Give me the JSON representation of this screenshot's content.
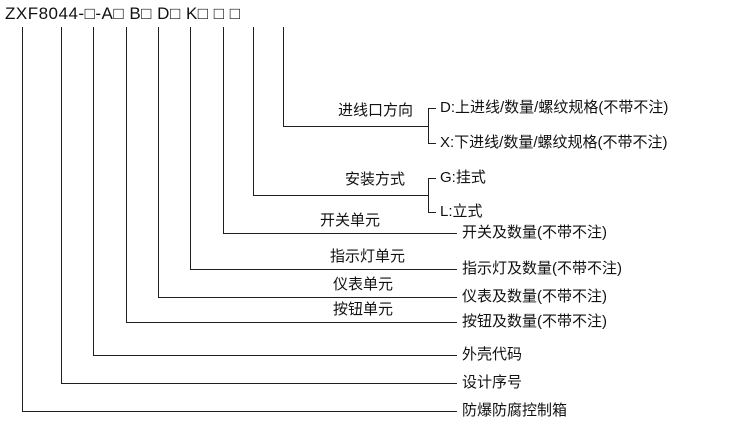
{
  "model_code": "ZXF8044-□-A□ B□ D□ K□ □ □",
  "callouts": {
    "product": {
      "label": "防爆防腐控制箱"
    },
    "design_serial": {
      "label": "设计序号"
    },
    "shell_code": {
      "label": "外壳代码"
    },
    "button_unit": {
      "unit": "按钮单元",
      "desc": "按钮及数量(不带不注)"
    },
    "meter_unit": {
      "unit": "仪表单元",
      "desc": "仪表及数量(不带不注)"
    },
    "indicator_unit": {
      "unit": "指示灯单元",
      "desc": "指示灯及数量(不带不注)"
    },
    "switch_unit": {
      "unit": "开关单元",
      "desc": "开关及数量(不带不注)"
    },
    "mounting": {
      "unit": "安装方式",
      "options": [
        "G:挂式",
        "L:立式"
      ]
    },
    "inlet_direction": {
      "unit": "进线口方向",
      "options": [
        "D:上进线/数量/螺纹规格(不带不注)",
        "X:下进线/数量/螺纹规格(不带不注)"
      ]
    }
  },
  "colors": {
    "line": "#1f1f1f",
    "text": "#111111",
    "background": "#ffffff"
  }
}
